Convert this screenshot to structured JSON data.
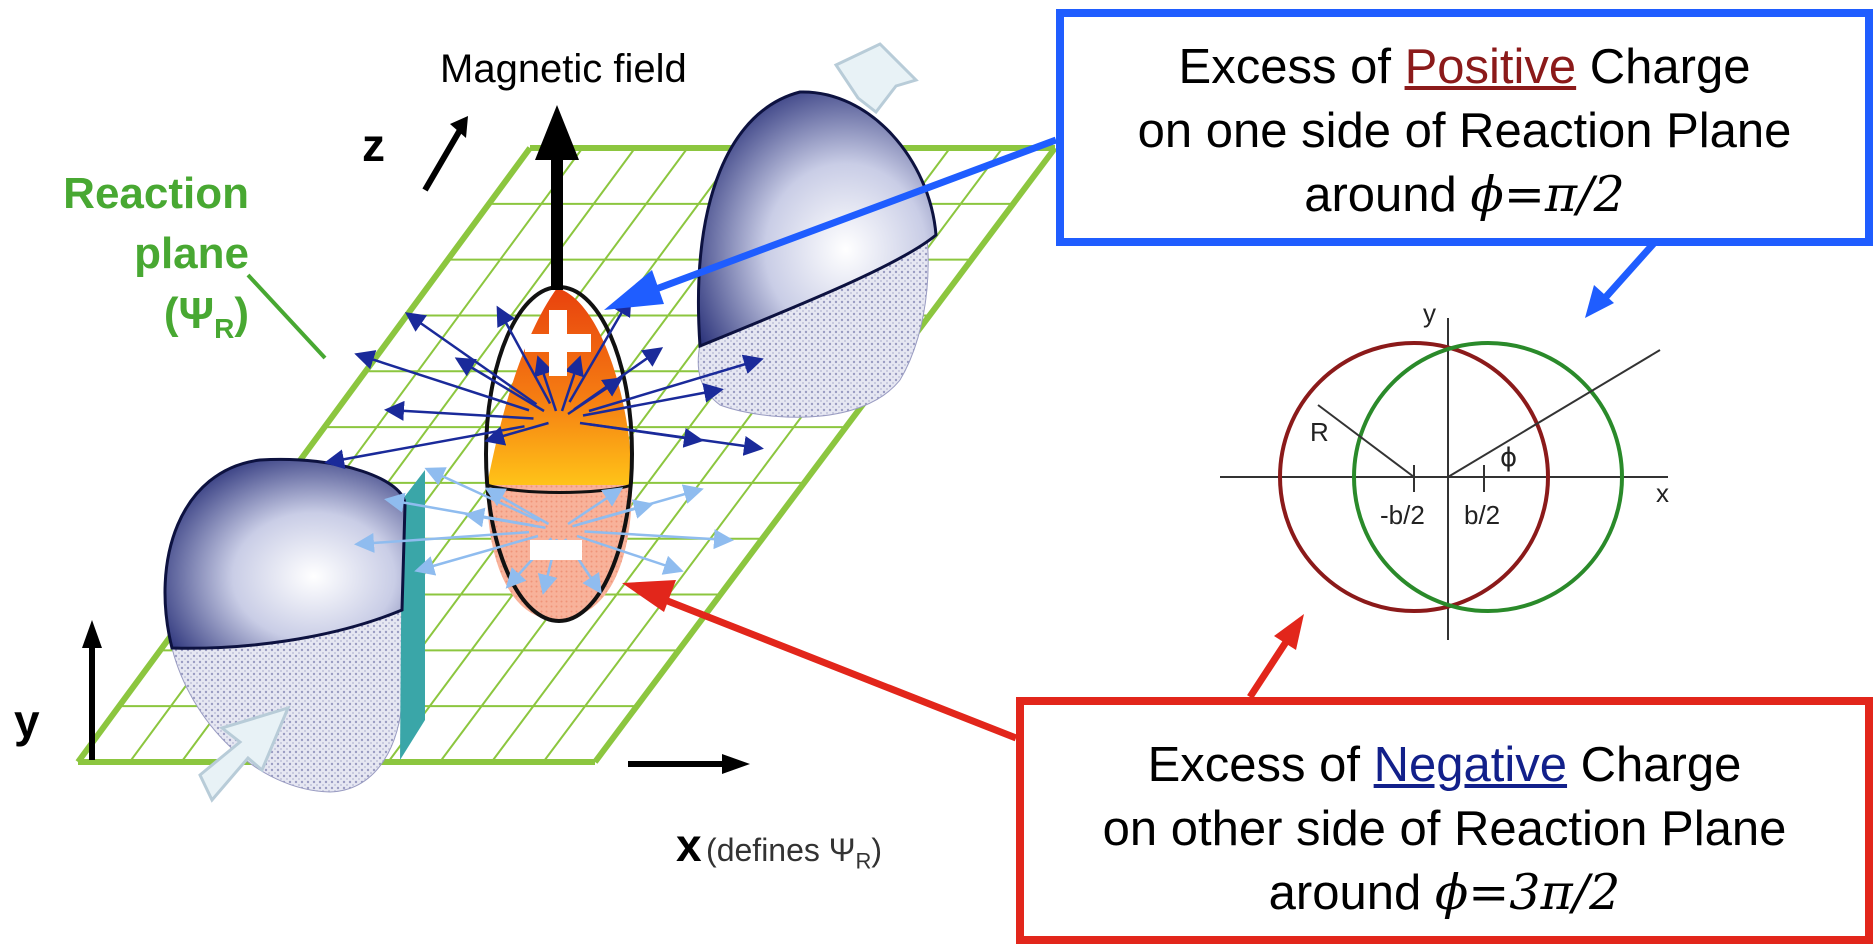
{
  "left_figure": {
    "magnetic_field_label": "Magnetic field",
    "z_label": "z",
    "y_label": "y",
    "x_label": "x",
    "x_note": "(defines Ψ",
    "x_note_sub": "R",
    "x_note_close": ")",
    "reaction_plane_line1": "Reaction",
    "reaction_plane_line2": "plane",
    "reaction_plane_line3_open": "(Ψ",
    "reaction_plane_line3_sub": "R",
    "reaction_plane_line3_close": ")",
    "plus_sign": "+",
    "minus_sign": "−"
  },
  "positive_box": {
    "prefix": "Excess of ",
    "keyword": "Positive",
    "suffix": " Charge",
    "line2": "on one side of Reaction Plane",
    "line3_prefix": "around ",
    "line3_math": "ϕ=π/2"
  },
  "negative_box": {
    "prefix": "Excess of ",
    "keyword": "Negative",
    "suffix": " Charge",
    "line2": "on other side of Reaction Plane",
    "line3_prefix": "around ",
    "line3_math": "ϕ=3π/2"
  },
  "geometry_diagram": {
    "y_axis_label": "y",
    "x_axis_label": "x",
    "radius_label": "R",
    "angle_label": "ϕ",
    "left_center_label": "-b/2",
    "right_center_label": "b/2"
  },
  "colors": {
    "plane_green": "#8cc63f",
    "blue_box": "#1f5dff",
    "red_box": "#e2261b",
    "left_circle": "#8b1a1a",
    "right_circle": "#2a8a2a",
    "positive_text": "#8b1a1a",
    "negative_text": "#12208a"
  }
}
